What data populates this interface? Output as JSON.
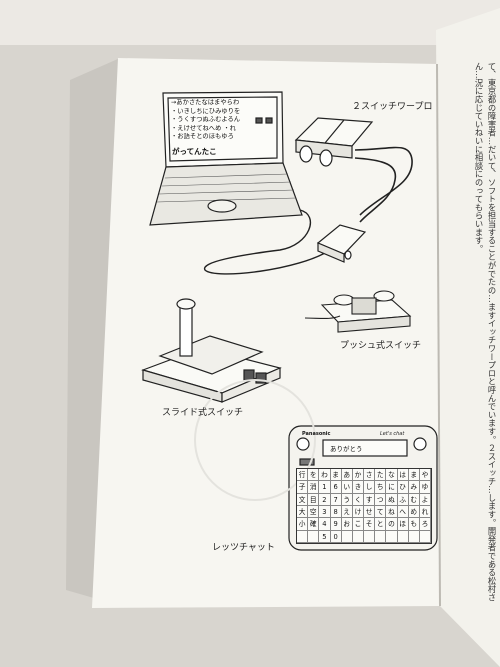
{
  "labels": {
    "two_switch": "２スイッチワープロ",
    "push_switch": "プッシュ式スイッチ",
    "slide_switch": "スライド式スイッチ",
    "lets_chat": "レッツチャット"
  },
  "laptop_screen": {
    "lines": [
      "→あかさたなはまやらわ",
      "・いきしちにひみゆりを",
      "・うくすつぬふむよるん",
      "・えけせてねへめ ・れ",
      "・お語そとのほもゆろ"
    ],
    "answer": "がってんたこ"
  },
  "device": {
    "brand": "Panasonic",
    "model": "Let's chat",
    "display_text": "ありがとう",
    "grid": [
      [
        "行",
        "を",
        "わ",
        "ま",
        "あ",
        "か",
        "さ",
        "た",
        "な",
        "は",
        "ま",
        "や"
      ],
      [
        "子",
        "消",
        "1",
        "6",
        "い",
        "き",
        "し",
        "ち",
        "に",
        "ひ",
        "み",
        "ゆ"
      ],
      [
        "文",
        "目",
        "2",
        "7",
        "う",
        "く",
        "す",
        "つ",
        "ぬ",
        "ふ",
        "む",
        "よ"
      ],
      [
        "大",
        "空",
        "3",
        "8",
        "え",
        "け",
        "せ",
        "て",
        "ね",
        "へ",
        "め",
        "れ"
      ],
      [
        "小",
        "確",
        "4",
        "9",
        "お",
        "こ",
        "そ",
        "と",
        "の",
        "ほ",
        "も",
        "ろ"
      ],
      [
        "",
        "",
        "5",
        "0",
        "",
        "",
        "",
        "",
        "",
        "",
        "",
        ""
      ]
    ]
  },
  "right_page": {
    "text": "て、東京都の障害者…だいて、ソフトを担当することがでたの…ますイッチワープロと呼んでいます。２スイッチ…します。開発者である松村さん…況に応じていねいに相談にのってもらいます。"
  }
}
